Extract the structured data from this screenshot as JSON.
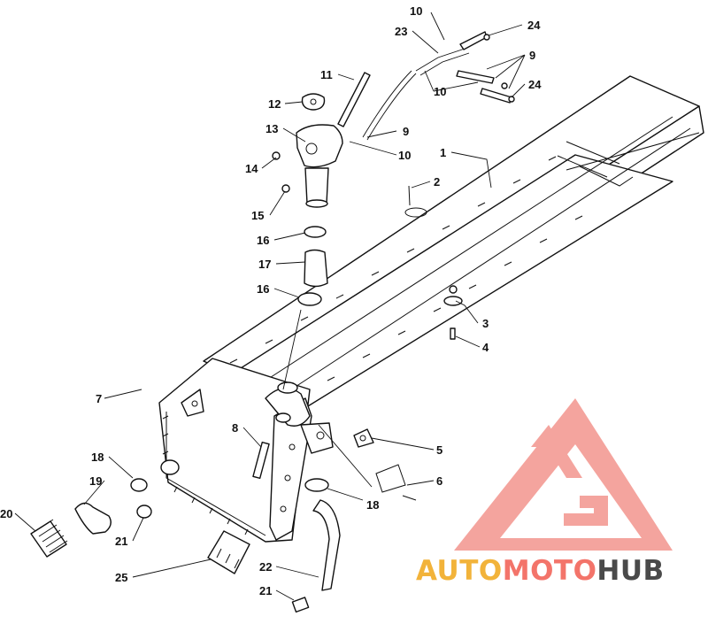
{
  "callouts": [
    {
      "id": "c-10-top",
      "text": "10"
    },
    {
      "id": "c-23",
      "text": "23"
    },
    {
      "id": "c-24-top",
      "text": "24"
    },
    {
      "id": "c-9-right",
      "text": "9"
    },
    {
      "id": "c-10-mid",
      "text": "10"
    },
    {
      "id": "c-24-mid",
      "text": "24"
    },
    {
      "id": "c-11",
      "text": "11"
    },
    {
      "id": "c-12",
      "text": "12"
    },
    {
      "id": "c-13",
      "text": "13"
    },
    {
      "id": "c-9-mid",
      "text": "9"
    },
    {
      "id": "c-10-low",
      "text": "10"
    },
    {
      "id": "c-14",
      "text": "14"
    },
    {
      "id": "c-1",
      "text": "1"
    },
    {
      "id": "c-2",
      "text": "2"
    },
    {
      "id": "c-15",
      "text": "15"
    },
    {
      "id": "c-16-top",
      "text": "16"
    },
    {
      "id": "c-17",
      "text": "17"
    },
    {
      "id": "c-16-low",
      "text": "16"
    },
    {
      "id": "c-3",
      "text": "3"
    },
    {
      "id": "c-4",
      "text": "4"
    },
    {
      "id": "c-7",
      "text": "7"
    },
    {
      "id": "c-8",
      "text": "8"
    },
    {
      "id": "c-5",
      "text": "5"
    },
    {
      "id": "c-18-left",
      "text": "18"
    },
    {
      "id": "c-6",
      "text": "6"
    },
    {
      "id": "c-19",
      "text": "19"
    },
    {
      "id": "c-18-right",
      "text": "18"
    },
    {
      "id": "c-20",
      "text": "20"
    },
    {
      "id": "c-21-left",
      "text": "21"
    },
    {
      "id": "c-22",
      "text": "22"
    },
    {
      "id": "c-25",
      "text": "25"
    },
    {
      "id": "c-21-bottom",
      "text": "21"
    }
  ],
  "watermark": {
    "part1": "AUTO",
    "part2": "MOTO",
    "part3": "HUB",
    "colors": {
      "auto": "#f2b33a",
      "moto": "#f3746a",
      "hub": "#4a4a4a",
      "logo": "#f4a099"
    }
  }
}
